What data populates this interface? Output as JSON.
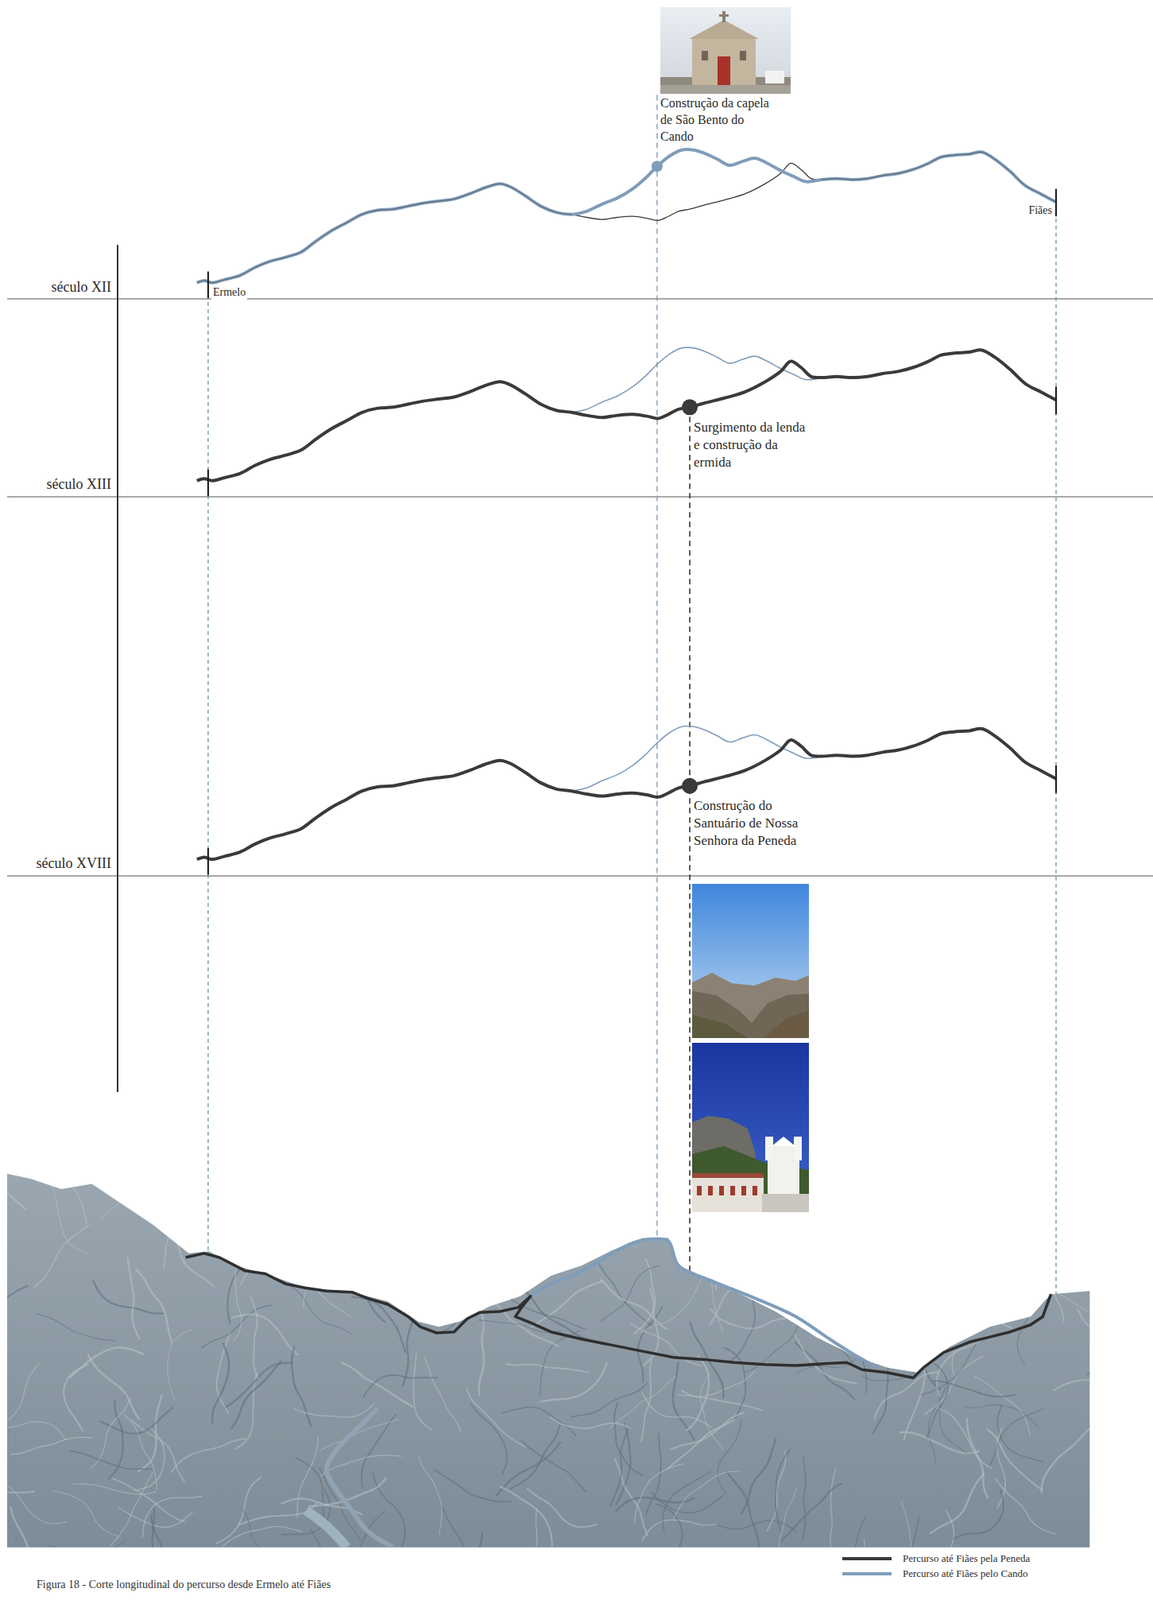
{
  "diagram": {
    "caption": "Figura 18 - Corte longitudinal do percurso desde Ermelo até Fiães",
    "labels": [
      "Construção da capela de São Bento do Cando",
      "Fiães",
      "século XII",
      "Ermelo",
      "Surgimento da lenda e construção da ermida",
      "século XIII",
      "Construção do Santuário de Nossa Senhora da Peneda",
      "século XVIII"
    ],
    "legend": [
      {
        "text": "Percurso até Fiães pela Peneda"
      },
      {
        "text": "Percurso até Fiães pelo Cando"
      }
    ]
  }
}
